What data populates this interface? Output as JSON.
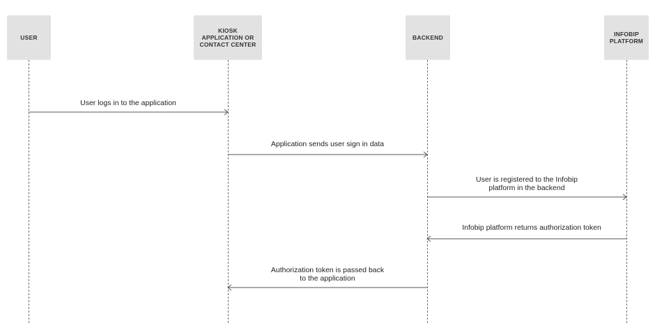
{
  "participants": [
    {
      "id": "user",
      "label_lines": [
        "USER"
      ]
    },
    {
      "id": "kiosk",
      "label_lines": [
        "KIOSK",
        "APPLICATION OR",
        "CONTACT CENTER"
      ]
    },
    {
      "id": "backend",
      "label_lines": [
        "BACKEND"
      ]
    },
    {
      "id": "infobip",
      "label_lines": [
        "INFOBIP",
        "PLATFORM"
      ]
    }
  ],
  "messages": [
    {
      "from": "user",
      "to": "kiosk",
      "label_lines": [
        "User logs in to the application"
      ]
    },
    {
      "from": "kiosk",
      "to": "backend",
      "label_lines": [
        "Application sends user sign in data"
      ]
    },
    {
      "from": "backend",
      "to": "infobip",
      "label_lines": [
        "User is registered to the Infobip",
        "platform in the backend"
      ]
    },
    {
      "from": "infobip",
      "to": "backend",
      "label_lines": [
        "Infobip platform returns authorization token"
      ]
    },
    {
      "from": "backend",
      "to": "kiosk",
      "label_lines": [
        "Authorization token is passed back",
        "to the application"
      ]
    }
  ],
  "colors": {
    "actor_bg": "#e2e2e2",
    "line": "#6e6e6e",
    "arrow": "#555555"
  }
}
